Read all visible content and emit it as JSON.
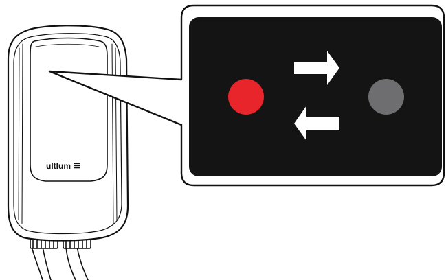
{
  "device": {
    "brand_label": "ultlum",
    "brand_icon": "three-bar-menu-icon",
    "body_color": "#ffffff",
    "outline_color": "#111111"
  },
  "callout": {
    "panel_color": "#141414",
    "frame_color": "#ffffff",
    "left_led": {
      "state": "on",
      "color": "#e8252a"
    },
    "right_led": {
      "state": "off",
      "color": "#6e6e70"
    },
    "arrow_top": {
      "direction": "right",
      "color": "#ffffff"
    },
    "arrow_bottom": {
      "direction": "left",
      "color": "#ffffff"
    }
  }
}
